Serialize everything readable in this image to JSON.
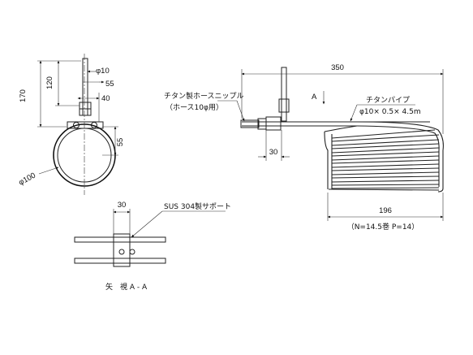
{
  "labels": {
    "dim_170": "170",
    "dim_120": "120",
    "dim_phi10": "φ10",
    "dim_55_top": "55",
    "dim_40": "40",
    "dim_55_side": "55",
    "dim_phi100": "φ100",
    "dim_350": "350",
    "dim_30_side": "30",
    "dim_196": "196",
    "dim_30_view": "30",
    "arrow_a": "A",
    "nipple_name": "チタン製ホースニップル",
    "nipple_sub": "（ホース10φ用）",
    "pipe_name": "チタンパイプ",
    "pipe_spec": "φ10× 0.5× 4.5m",
    "coil_spec": "（N=14.5巻  P=14）",
    "support_name": "SUS 304製サポート",
    "view_title": "矢　視  A - A"
  }
}
